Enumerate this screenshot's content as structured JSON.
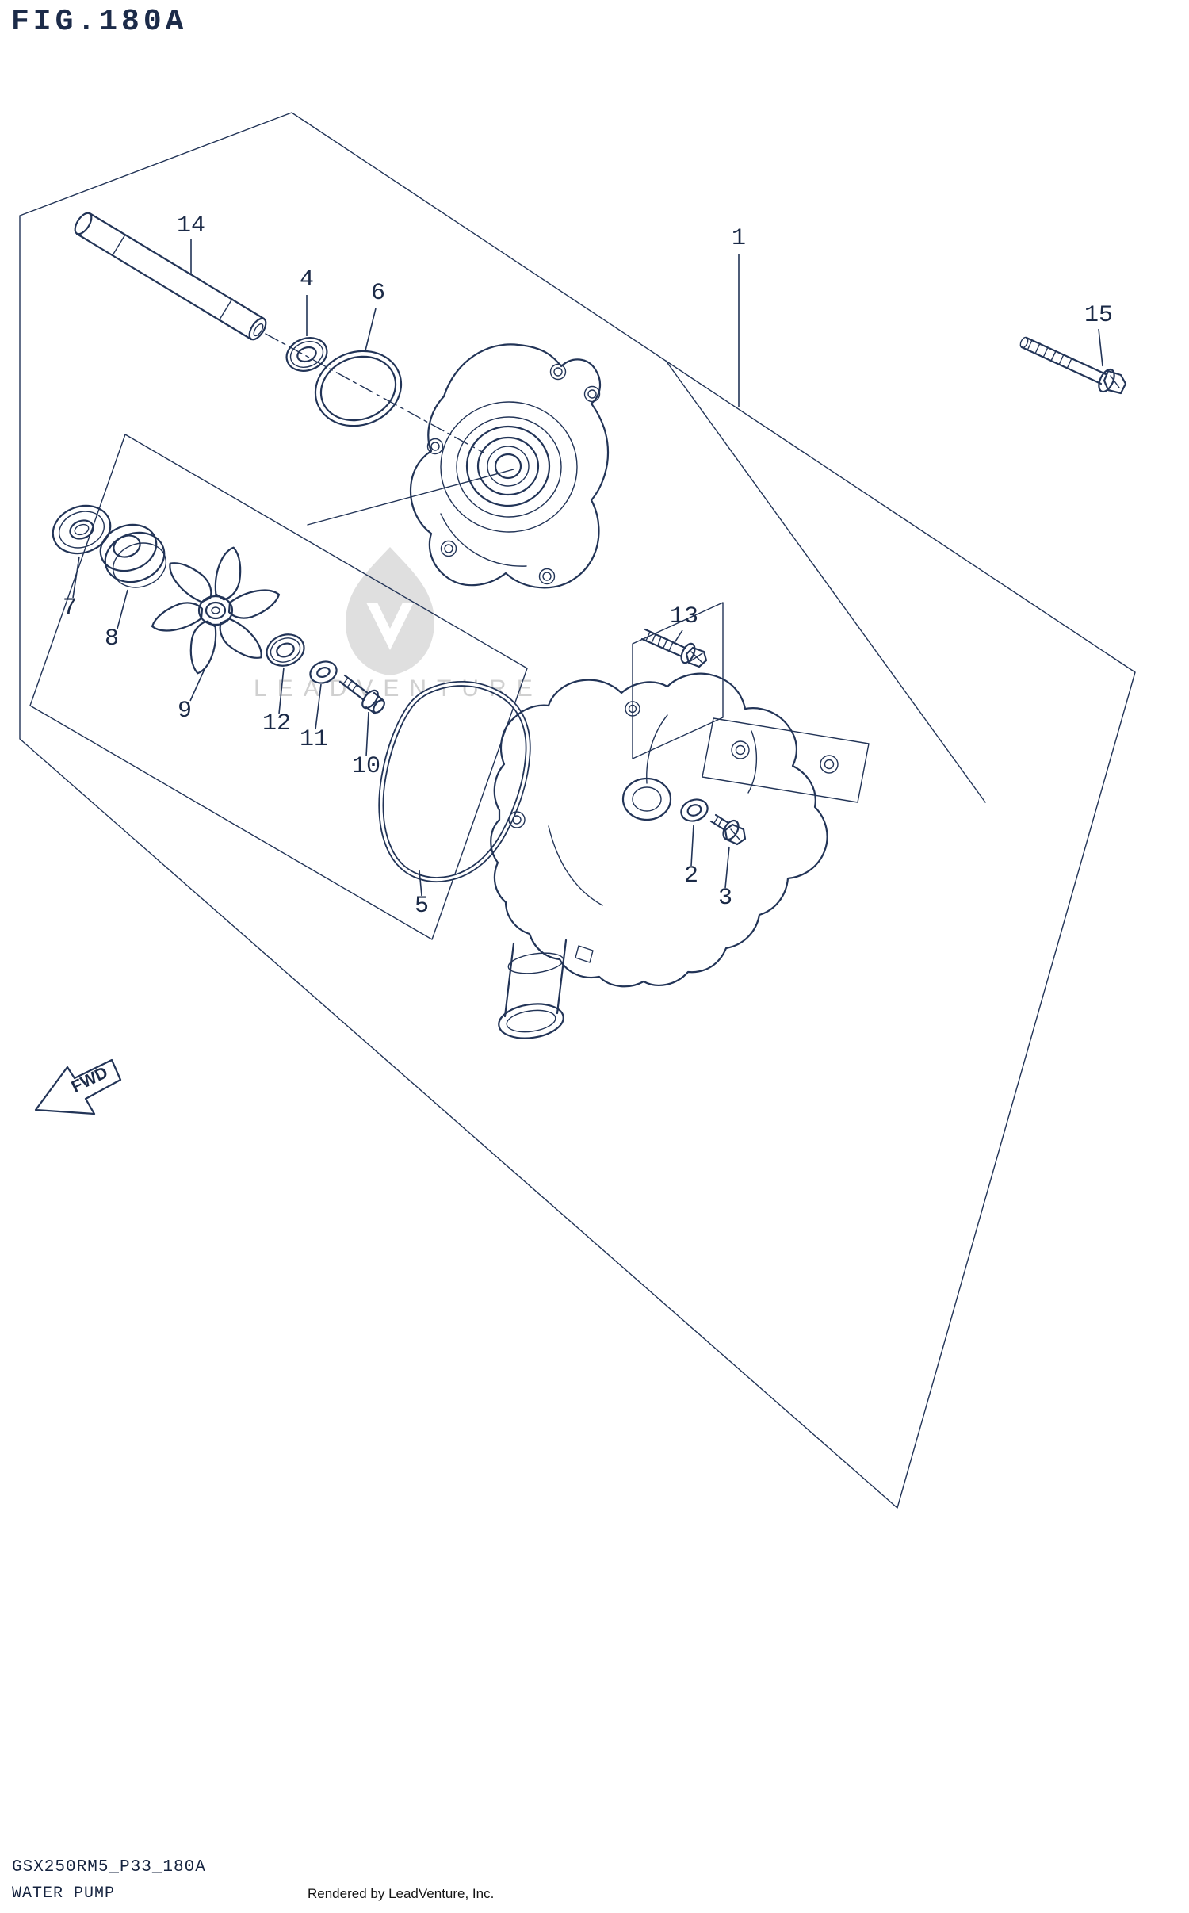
{
  "figure": {
    "title": "FIG.180A",
    "watermark_text": "LEADVENTURE",
    "fwd_label": "FWD"
  },
  "footer": {
    "code": "GSX250RM5_P33_180A",
    "name": "WATER PUMP",
    "rendered_by": "Rendered by LeadVenture, Inc."
  },
  "colors": {
    "diagram_line": "#223457",
    "label_text": "#1b2a47",
    "watermark": "#cbcbcb",
    "background": "#ffffff"
  },
  "parts": [
    {
      "id": "1"
    },
    {
      "id": "2"
    },
    {
      "id": "3"
    },
    {
      "id": "4"
    },
    {
      "id": "5"
    },
    {
      "id": "6"
    },
    {
      "id": "7"
    },
    {
      "id": "8"
    },
    {
      "id": "9"
    },
    {
      "id": "10"
    },
    {
      "id": "11"
    },
    {
      "id": "12"
    },
    {
      "id": "13"
    },
    {
      "id": "14"
    },
    {
      "id": "15"
    }
  ]
}
